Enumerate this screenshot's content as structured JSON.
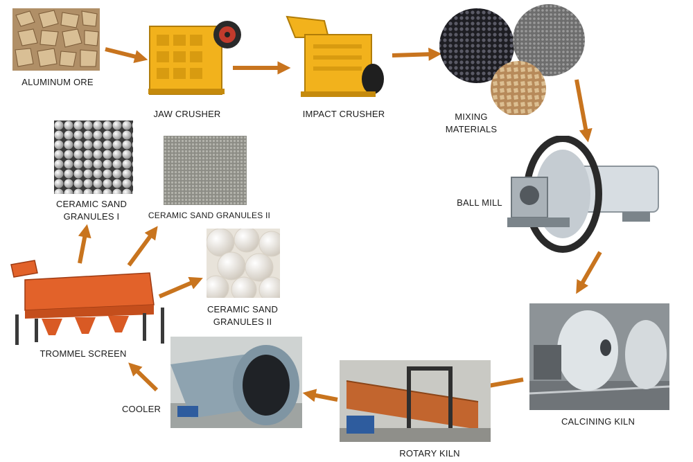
{
  "labels": {
    "aluminum_ore": "ALUMINUM ORE",
    "jaw_crusher": "JAW CRUSHER",
    "impact_crusher": "IMPACT CRUSHER",
    "mixing_1": "MIXING",
    "mixing_2": "MATERIALS",
    "ball_mill": "BALL MILL",
    "calcining_kiln": "CALCINING KILN",
    "rotary_kiln": "ROTARY KILN",
    "cooler": "COOLER",
    "trommel_screen": "TROMMEL SCREEN",
    "granules_i_1": "CERAMIC SAND",
    "granules_i_2": "GRANULES I",
    "granules_ii_top": "CERAMIC SAND GRANULES II",
    "granules_ii_1": "CERAMIC SAND",
    "granules_ii_2": "GRANULES II"
  },
  "colors": {
    "arrow": "#c8741e",
    "machine_yellow": "#f2b21c",
    "trommel_orange": "#e2622a",
    "kiln_rust": "#c2652e",
    "steel": "#b9c2c9"
  }
}
